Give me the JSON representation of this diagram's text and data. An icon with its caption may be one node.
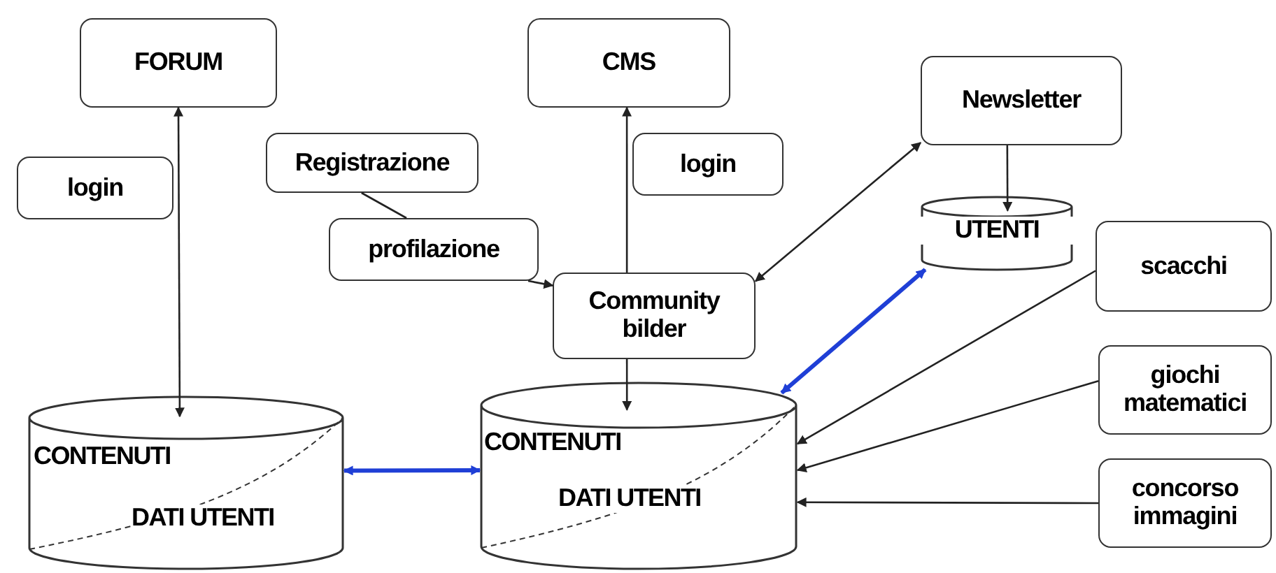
{
  "diagram": {
    "nodes": [
      {
        "text": [
          "FORUM"
        ]
      },
      {
        "text": [
          "login"
        ]
      },
      {
        "text": [
          "Registrazione"
        ]
      },
      {
        "text": [
          "profilazione"
        ]
      },
      {
        "text": [
          "CMS"
        ]
      },
      {
        "text": [
          "login"
        ]
      },
      {
        "text": [
          "Newsletter"
        ]
      },
      {
        "text": [
          "UTENTI"
        ]
      },
      {
        "text": [
          "Community bilder"
        ]
      },
      {
        "text": [
          "scacchi"
        ]
      },
      {
        "text": [
          "CONTENUTI",
          "DATI UTENTI"
        ]
      },
      {
        "text": [
          "CONTENUTI",
          "DATI UTENTI"
        ]
      },
      {
        "text": [
          "giochi matematici"
        ]
      },
      {
        "text": [
          "concorso immagini"
        ]
      }
    ],
    "edges": [
      {
        "from": 0,
        "to": 10,
        "arrow": "both"
      },
      {
        "from": 2,
        "to": 3,
        "arrow": "none"
      },
      {
        "from": 3,
        "to": 8,
        "arrow": "to"
      },
      {
        "from": 8,
        "to": 4,
        "arrow": "to"
      },
      {
        "from": 8,
        "to": 6,
        "arrow": "both"
      },
      {
        "from": 6,
        "to": 7,
        "arrow": "to"
      },
      {
        "from": 8,
        "to": 11,
        "arrow": "to"
      },
      {
        "from": 10,
        "to": 11,
        "arrow": "both",
        "style": "thick",
        "color": "#1f3fd6"
      },
      {
        "from": 11,
        "to": 7,
        "arrow": "both",
        "style": "thick",
        "color": "#1f3fd6"
      },
      {
        "from": 9,
        "to": 11,
        "arrow": "to"
      },
      {
        "from": 12,
        "to": 11,
        "arrow": "to"
      },
      {
        "from": 13,
        "to": 11,
        "arrow": "to"
      }
    ]
  }
}
